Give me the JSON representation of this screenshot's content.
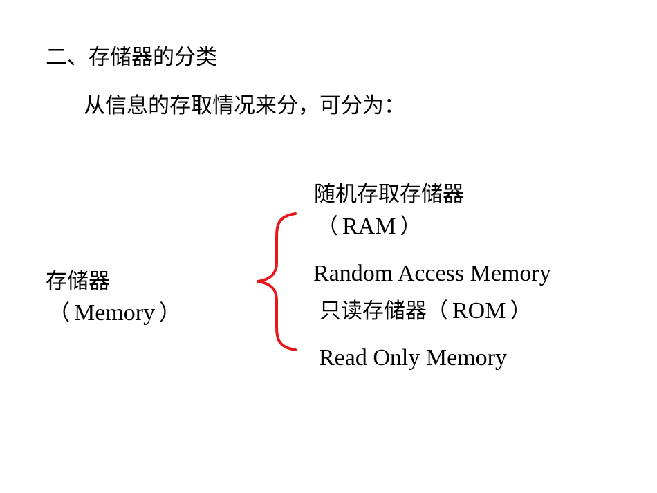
{
  "slide": {
    "heading": "二、存储器的分类",
    "intro": "从信息的存取情况来分，可分为：",
    "root": {
      "name": "存储器",
      "paren_open": "（",
      "english": "Memory",
      "paren_close": "）"
    },
    "brace_color": "#e8161b",
    "branches": [
      {
        "name": "随机存取存储器",
        "paren_open": "（",
        "abbr": "RAM",
        "paren_close": "）",
        "english": "Random Access Memory"
      },
      {
        "name": "只读存储器",
        "paren_open": "（",
        "abbr": "ROM",
        "paren_close": "）",
        "english": "Read Only Memory"
      }
    ]
  }
}
